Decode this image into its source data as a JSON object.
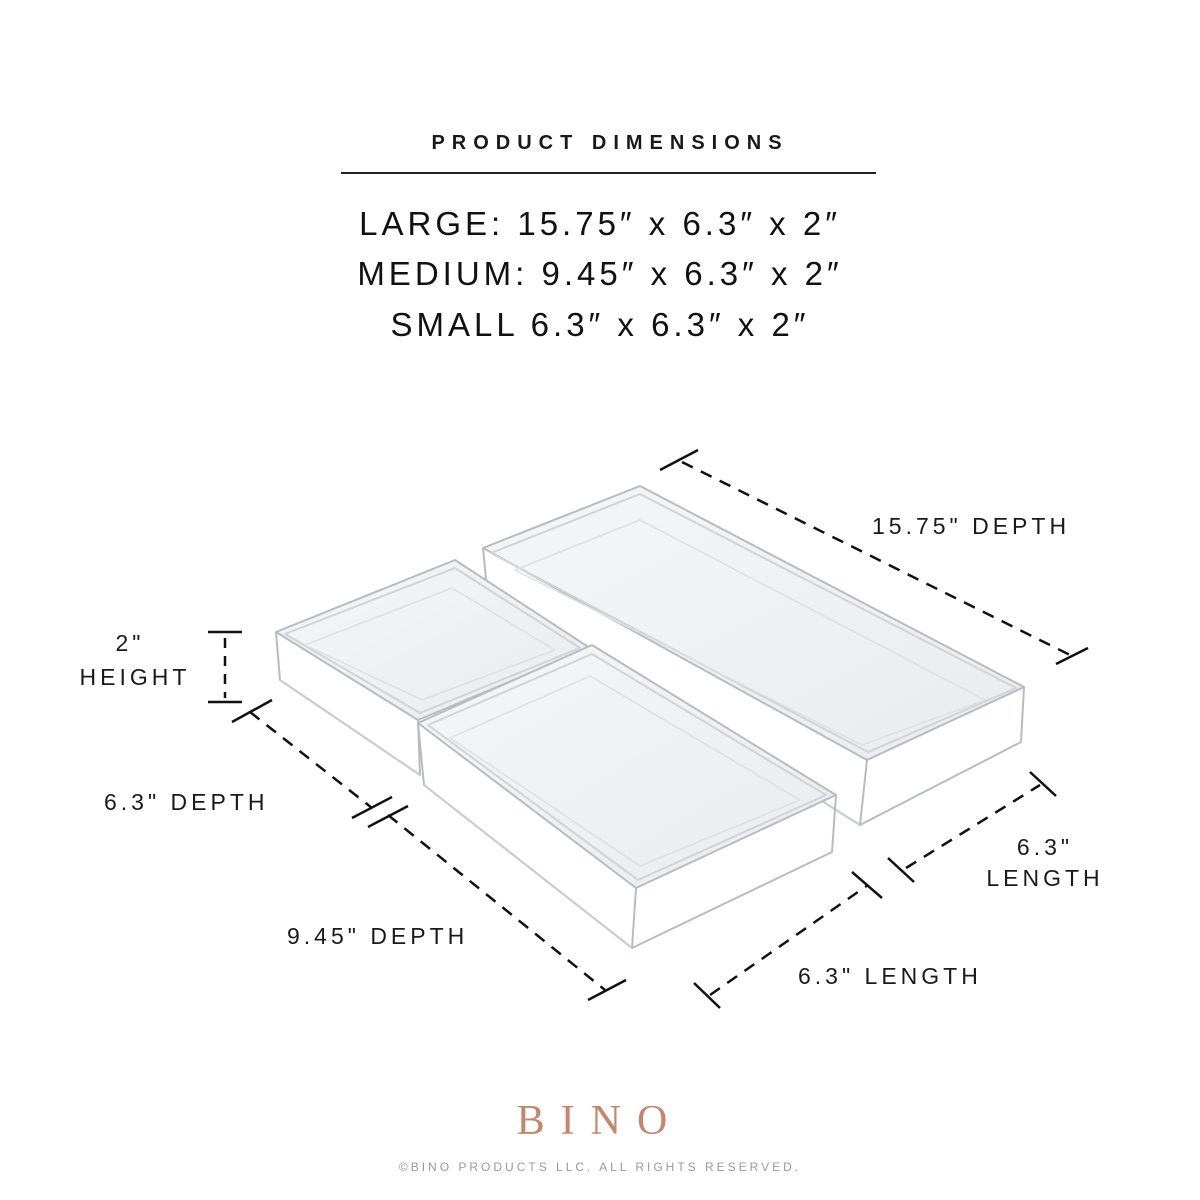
{
  "header": {
    "title": "PRODUCT DIMENSIONS"
  },
  "specs": [
    {
      "label": "LARGE:",
      "value": "15.75″ x 6.3″ x 2″"
    },
    {
      "label": "MEDIUM:",
      "value": "9.45″ x 6.3″ x 2″"
    },
    {
      "label": "SMALL",
      "value": "6.3″ x 6.3″ x 2″"
    }
  ],
  "dimensions": {
    "large_depth": "15.75\" DEPTH",
    "height_value": "2\"",
    "height_label": "HEIGHT",
    "small_depth": "6.3\" DEPTH",
    "medium_depth": "9.45\" DEPTH",
    "large_length_value": "6.3\"",
    "large_length_label": "LENGTH",
    "medium_length": "6.3\" LENGTH"
  },
  "brand": {
    "name": "BINO",
    "copyright": "©BINO PRODUCTS LLC. ALL RIGHTS RESERVED."
  },
  "colors": {
    "text": "#1a1a1a",
    "brand": "#c4876b",
    "tray_edge": "#b8bcc2"
  }
}
